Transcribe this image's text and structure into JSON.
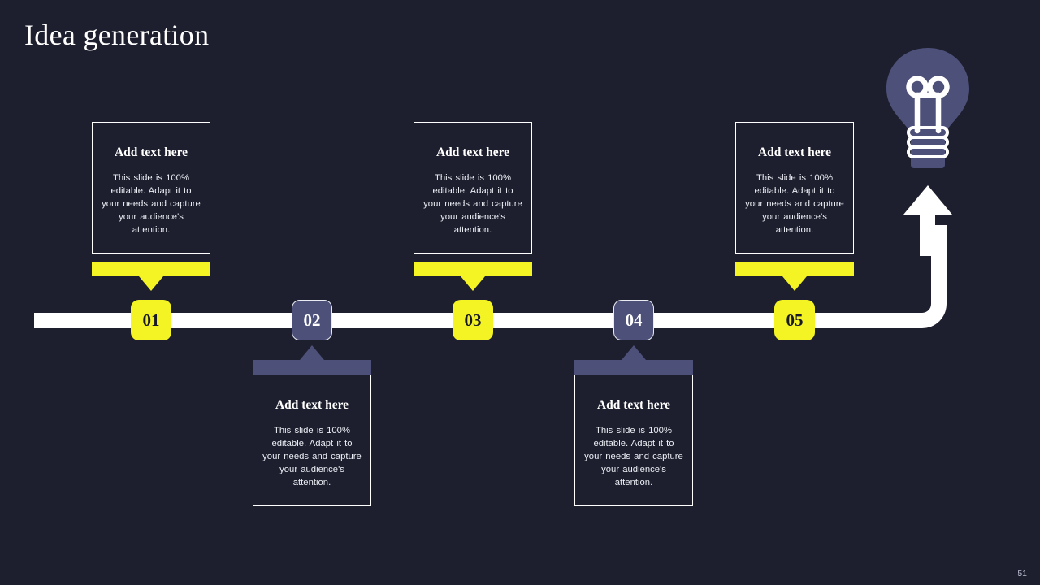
{
  "slide": {
    "title": "Idea generation",
    "page_number": "51",
    "background_color": "#1d1f2e",
    "accent_yellow": "#f4f425",
    "accent_slate": "#4d5078",
    "line_color": "#ffffff"
  },
  "icons": {
    "lightbulb": "lightbulb-icon",
    "arrow": "arrow-up-icon"
  },
  "timeline": {
    "steps": [
      {
        "number": "01",
        "badge_color": "yellow",
        "position": "above",
        "title": "Add text here",
        "body": "This slide is 100% editable. Adapt it to your needs and capture your audience's attention."
      },
      {
        "number": "02",
        "badge_color": "slate",
        "position": "below",
        "title": "Add text here",
        "body": "This slide is 100% editable. Adapt it to your needs and capture your audience's attention."
      },
      {
        "number": "03",
        "badge_color": "yellow",
        "position": "above",
        "title": "Add text here",
        "body": "This slide is 100% editable. Adapt it to your needs and capture your audience's attention."
      },
      {
        "number": "04",
        "badge_color": "slate",
        "position": "below",
        "title": "Add text here",
        "body": "This slide is 100% editable. Adapt it to your needs and capture your audience's attention."
      },
      {
        "number": "05",
        "badge_color": "yellow",
        "position": "above",
        "title": "Add text here",
        "body": "This slide is 100% editable. Adapt it to your needs and capture your audience's attention."
      }
    ]
  }
}
